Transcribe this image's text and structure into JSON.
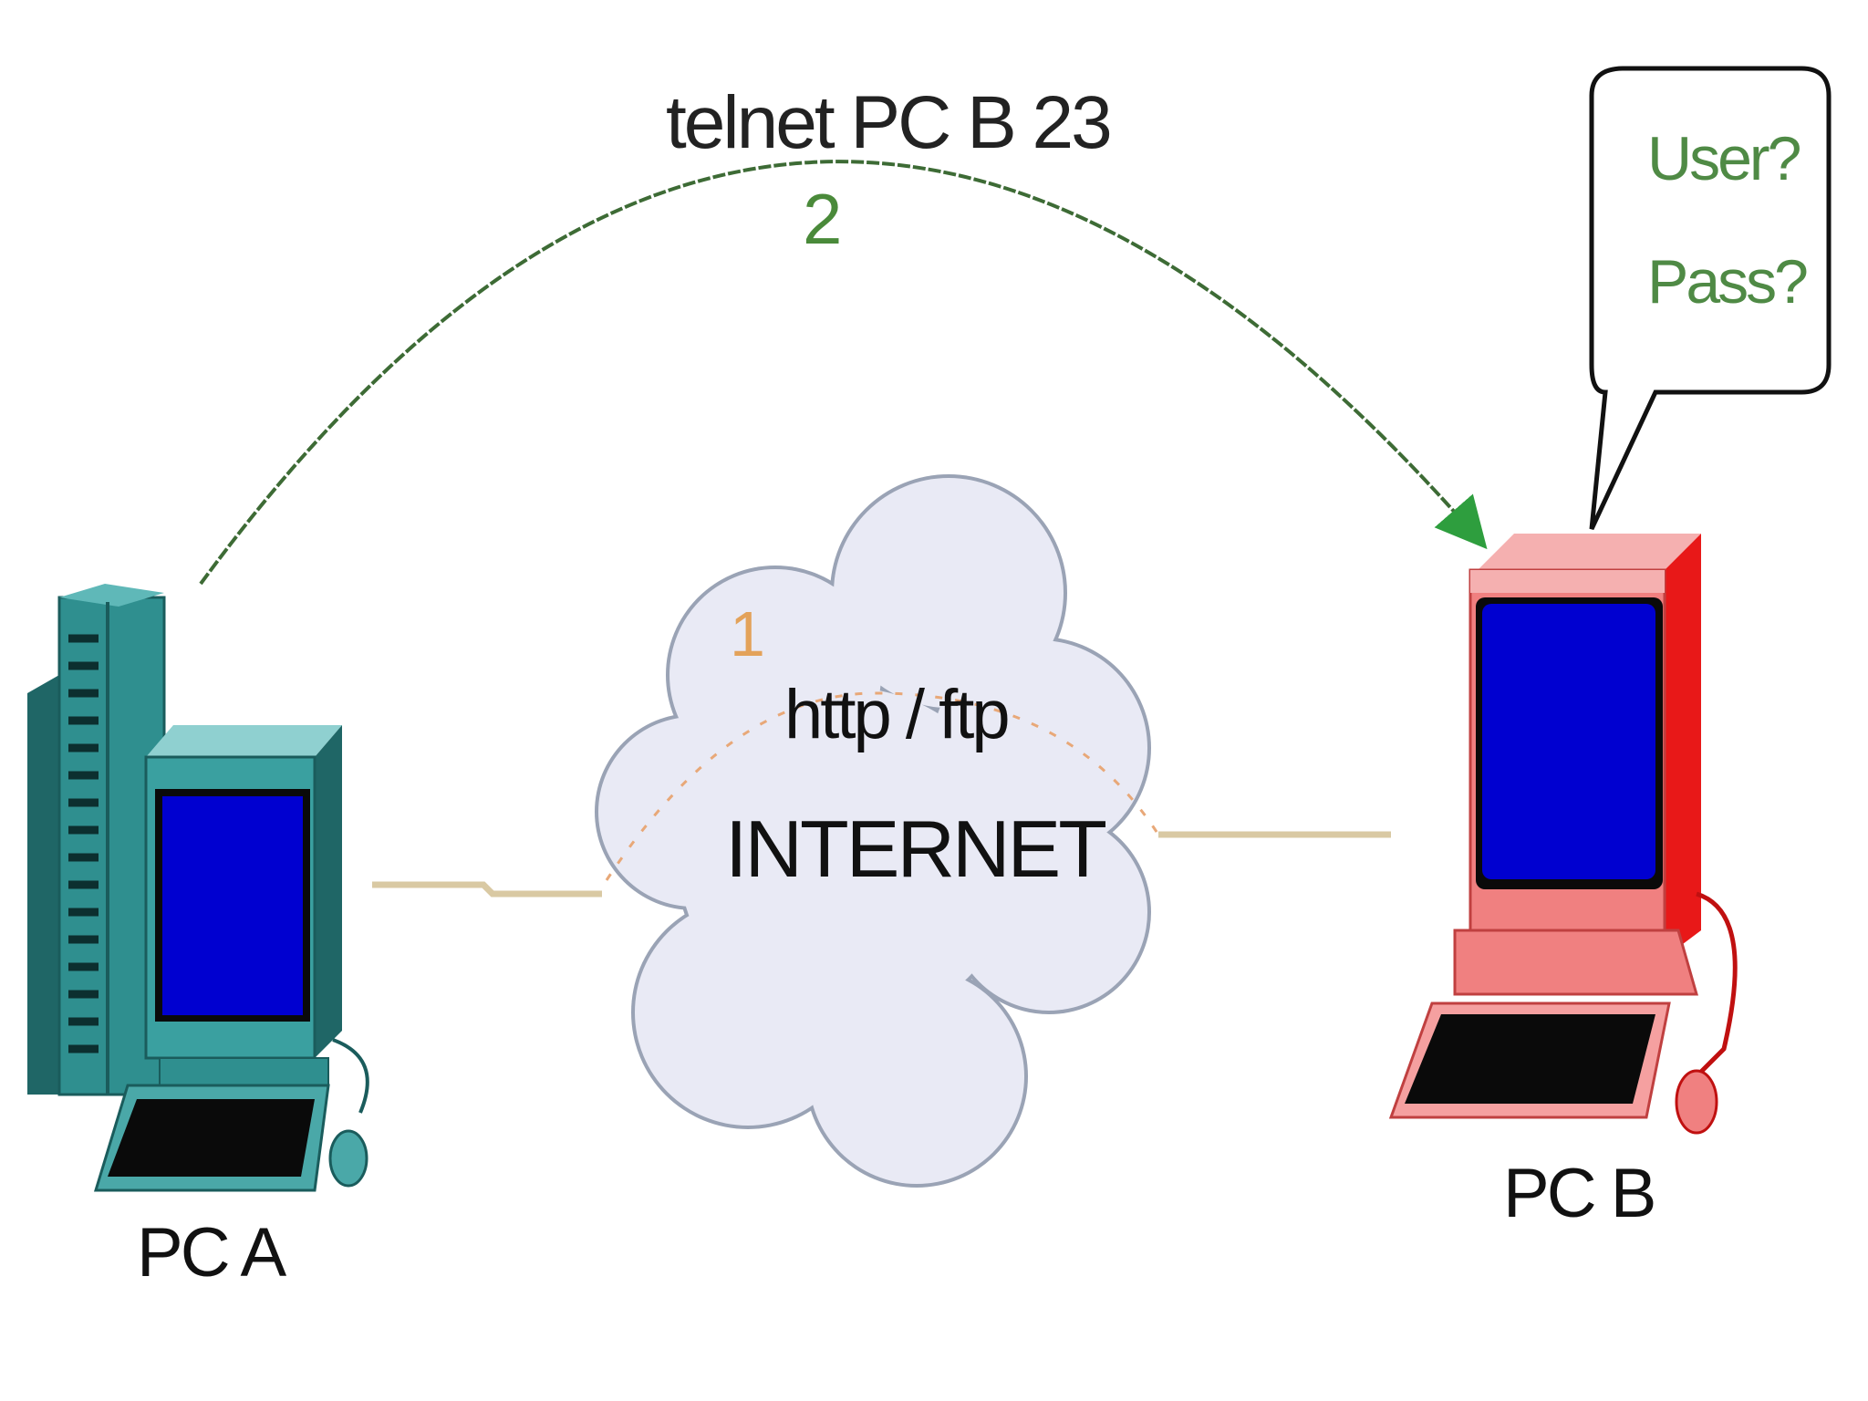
{
  "diagram": {
    "telnet_command": "telnet PC B 23",
    "telnet_step": "2",
    "web_step": "1",
    "web_protocols": "http / ftp",
    "cloud_label": "INTERNET",
    "host_a_label": "PC A",
    "host_b_label": "PC B",
    "login_prompt": {
      "user": "User?",
      "pass": "Pass?"
    }
  },
  "colors": {
    "telnet_arrow": "#3d6b35",
    "arrowhead": "#2e9e3e",
    "link_line": "#d9c9a3",
    "dotted_path": "#e8a878",
    "cloud_fill": "#e9eaf5",
    "pc_a_body": "#2f8f8f",
    "pc_b_body": "#f08080",
    "screen": "#0000d0"
  }
}
